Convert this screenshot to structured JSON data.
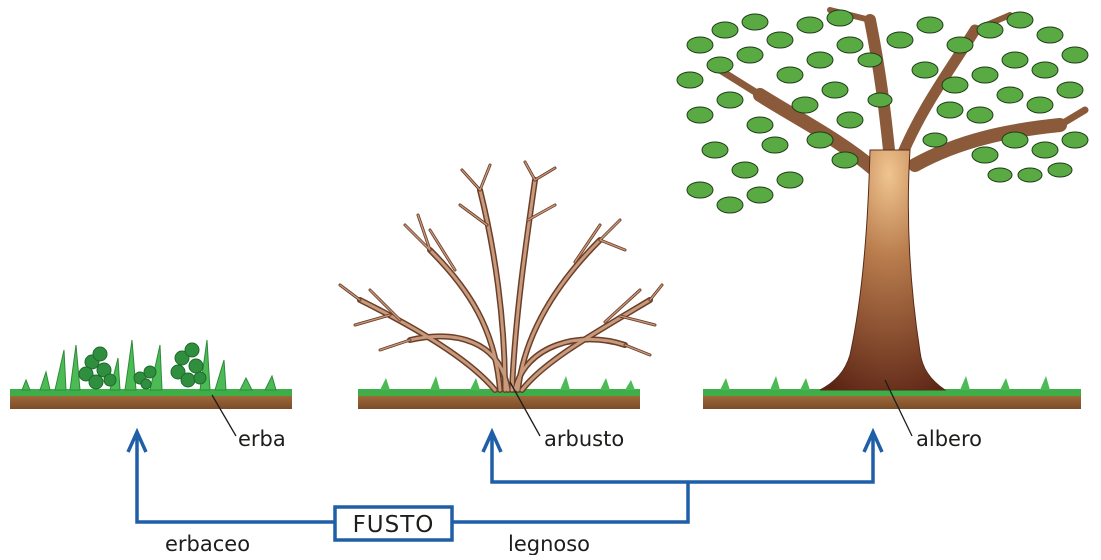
{
  "plants": {
    "herb": {
      "label": "erba"
    },
    "shrub": {
      "label": "arbusto"
    },
    "tree": {
      "label": "albero"
    }
  },
  "stem": {
    "box_label": "FUSTO",
    "herbaceous_label": "erbaceo",
    "woody_label": "legnoso"
  },
  "colors": {
    "arrow": "#1f5fa8",
    "grass": "#3fae49",
    "soil": "#8a5a33",
    "bark": "#9a6848",
    "foliage": "#5aaa44",
    "label_line": "#1d1d1b"
  }
}
